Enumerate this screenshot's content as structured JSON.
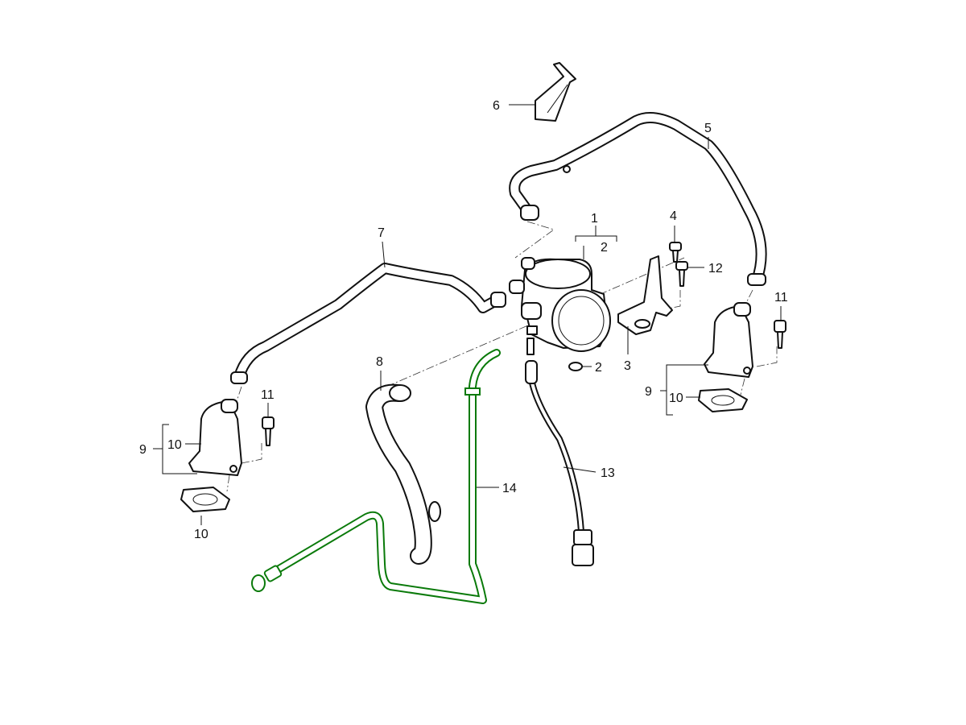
{
  "diagram": {
    "highlight_color": "#0a7a0a",
    "line_color": "#111111",
    "callouts": {
      "p1": "1",
      "p2_bracket": "2",
      "p2": "2",
      "p3": "3",
      "p4": "4",
      "p5": "5",
      "p6": "6",
      "p7": "7",
      "p8": "8",
      "p9_left": "9",
      "p10_left_bracket": "10",
      "p10_left": "10",
      "p9_right": "9",
      "p10_right": "10",
      "p11_left": "11",
      "p11_right": "11",
      "p12": "12",
      "p13": "13",
      "p14": "14"
    }
  }
}
